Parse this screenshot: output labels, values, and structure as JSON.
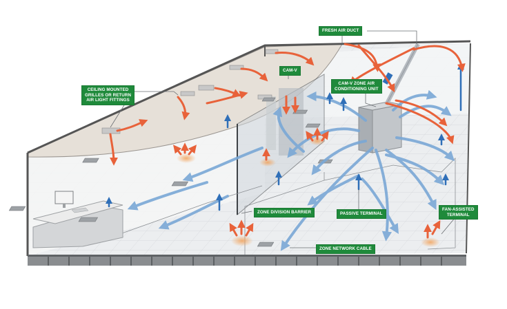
{
  "labels": {
    "fresh_air_duct": "FRESH AIR DUCT",
    "cam_v": "CAM-V",
    "cam_v_unit_line1": "CAM-V ZONE AIR",
    "cam_v_unit_line2": "CONDITIONING UNIT",
    "ceiling_line1": "CEILING MOUNTED",
    "ceiling_line2": "GRILLES OR RETURN",
    "ceiling_line3": "AIR LIGHT FITTINGS",
    "zone_barrier": "ZONE DIVISION BARRIER",
    "passive_terminal": "PASSIVE TERMINAL",
    "fan_line1": "FAN-ASSISTED",
    "fan_line2": "TERMINAL",
    "network_cable": "ZONE NETWORK CABLE"
  },
  "colors": {
    "label_bg": "#1f8a3b",
    "warm_air": "#e8623a",
    "cool_air": "#6f9fd0",
    "return_air": "#2f6fb8",
    "floor": "#e9eaec",
    "ceiling": "#e3ddd5",
    "wall": "#6c6f72"
  }
}
